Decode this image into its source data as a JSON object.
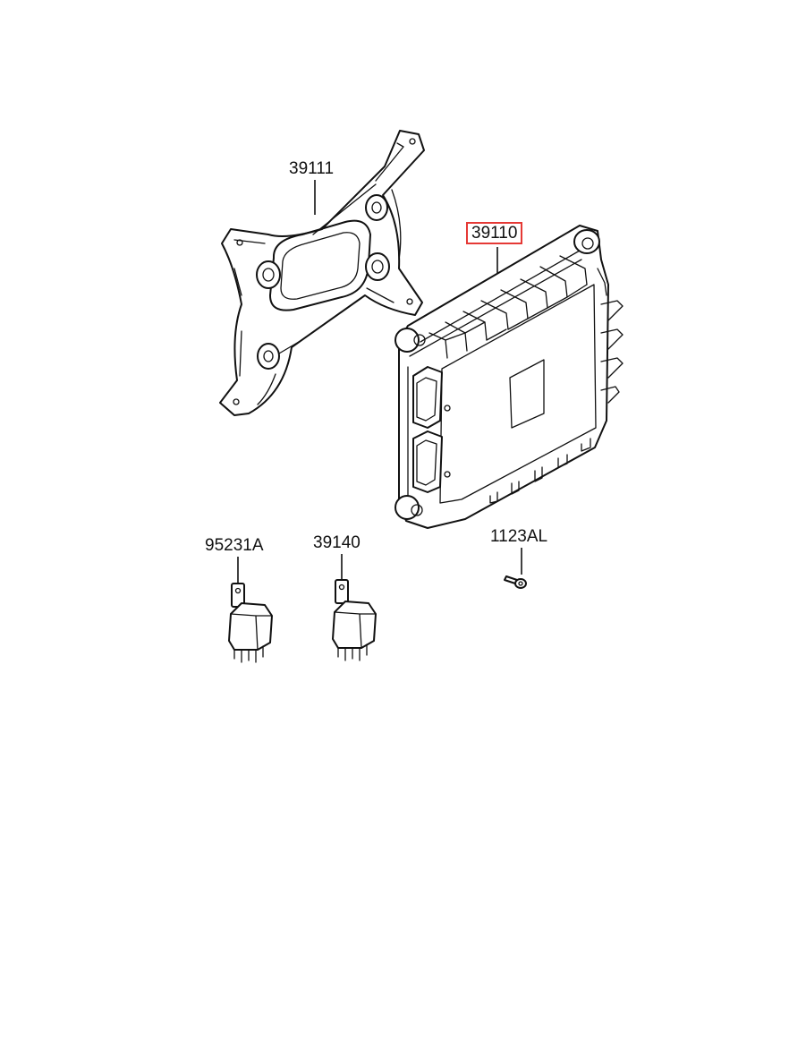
{
  "parts": [
    {
      "id": "bracket",
      "label": "39111",
      "highlighted": false
    },
    {
      "id": "ecu",
      "label": "39110",
      "highlighted": true
    },
    {
      "id": "relay-a",
      "label": "95231A",
      "highlighted": false
    },
    {
      "id": "relay-b",
      "label": "39140",
      "highlighted": false
    },
    {
      "id": "bolt",
      "label": "1123AL",
      "highlighted": false
    }
  ],
  "colors": {
    "line": "#111111",
    "highlight": "#e53935",
    "background": "#ffffff"
  }
}
